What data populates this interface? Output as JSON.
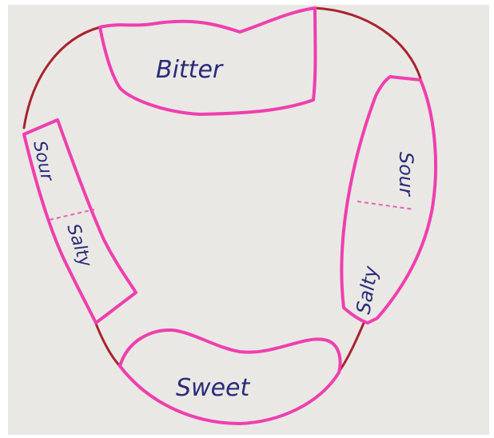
{
  "diagram": {
    "colors": {
      "paper": "#e9e8e4",
      "outline": "#ee3fae",
      "tongue_edge": "#a8232d",
      "divider": "#ee5cb8",
      "label_ink": "#2b2a7a"
    },
    "regions": {
      "top": "Bitter",
      "left_upper": "Sour",
      "left_lower": "Salty",
      "right_upper": "Sour",
      "right_lower": "Salty",
      "bottom": "Sweet"
    }
  }
}
